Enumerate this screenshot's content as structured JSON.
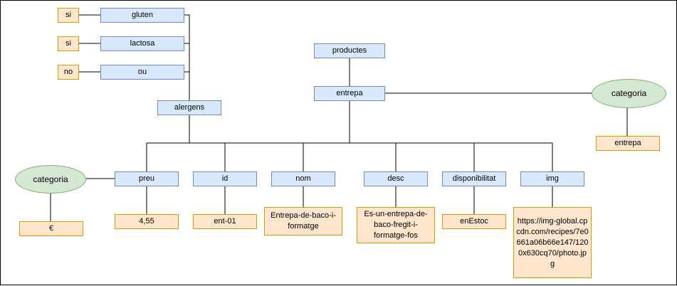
{
  "colors": {
    "entity_fill": "#dae8fc",
    "entity_stroke": "#6c8ebf",
    "value_fill": "#ffe6cc",
    "value_stroke": "#d79b00",
    "ellipse_fill": "#d5e8d4",
    "ellipse_stroke": "#82b366",
    "line": "#000000"
  },
  "allergens": {
    "gluten": {
      "label": "gluten",
      "value": "si"
    },
    "lactosa": {
      "label": "lactosa",
      "value": "si"
    },
    "ou": {
      "label": "ou",
      "value": "no"
    },
    "group_label": "alergens"
  },
  "root": {
    "label": "productes"
  },
  "item": {
    "label": "entrepa"
  },
  "item_category": {
    "label": "categoria",
    "value": "entrepa"
  },
  "fields": {
    "preu": {
      "label": "preu",
      "value": "4,55"
    },
    "id": {
      "label": "id",
      "value": "ent-01"
    },
    "nom": {
      "label": "nom",
      "value": "Entrepa-de-baco-i-formatge"
    },
    "desc": {
      "label": "desc",
      "value": "Es-un-entrepa-de-baco-fregit-i-formatge-fos"
    },
    "disponibilitat": {
      "label": "disponibilitat",
      "value": "enEstoc"
    },
    "img": {
      "label": "img",
      "value": "https://img-global.cpcdn.com/recipes/7e0661a06b66e147/1200x630cq70/photo.jpg"
    }
  },
  "price_category": {
    "label": "categoria",
    "value": "€"
  }
}
